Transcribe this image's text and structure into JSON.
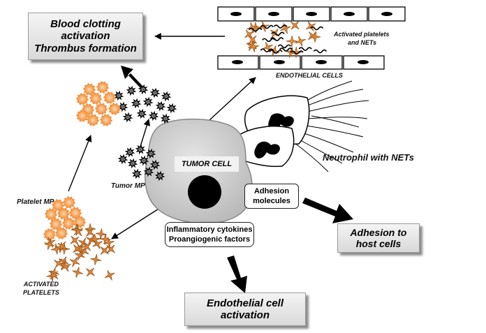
{
  "outcomes": {
    "blood_clotting": [
      "Blood clotting",
      "activation",
      "Thrombus formation"
    ],
    "adhesion_host": [
      "Adhesion to",
      "host cells"
    ],
    "endothelial_activation": [
      "Endothelial cell",
      "activation"
    ]
  },
  "tumor": {
    "label": "TUMOR CELL",
    "adhesion": [
      "Adhesion",
      "molecules"
    ],
    "cytokines": [
      "Inflammatory cytokines",
      "Proangiogenic factors"
    ]
  },
  "labels": {
    "activated_platelets_nets": [
      "Activated platelets",
      "and NETs"
    ],
    "endothelial_cells": "ENDOTHELIAL CELLS",
    "neutrophil": "Neutrophil with NETs",
    "tumor_mp": "Tumor MP",
    "platelet_mp": "Platelet MP",
    "activated_platelets": [
      "ACTIVATED",
      "PLATELETS"
    ]
  },
  "colors": {
    "orange_mp": "#f59a4a",
    "platelet": "#d9833a",
    "tumor_fill": "#cfcfcf",
    "outcome_fill": "#e4e4e4"
  }
}
